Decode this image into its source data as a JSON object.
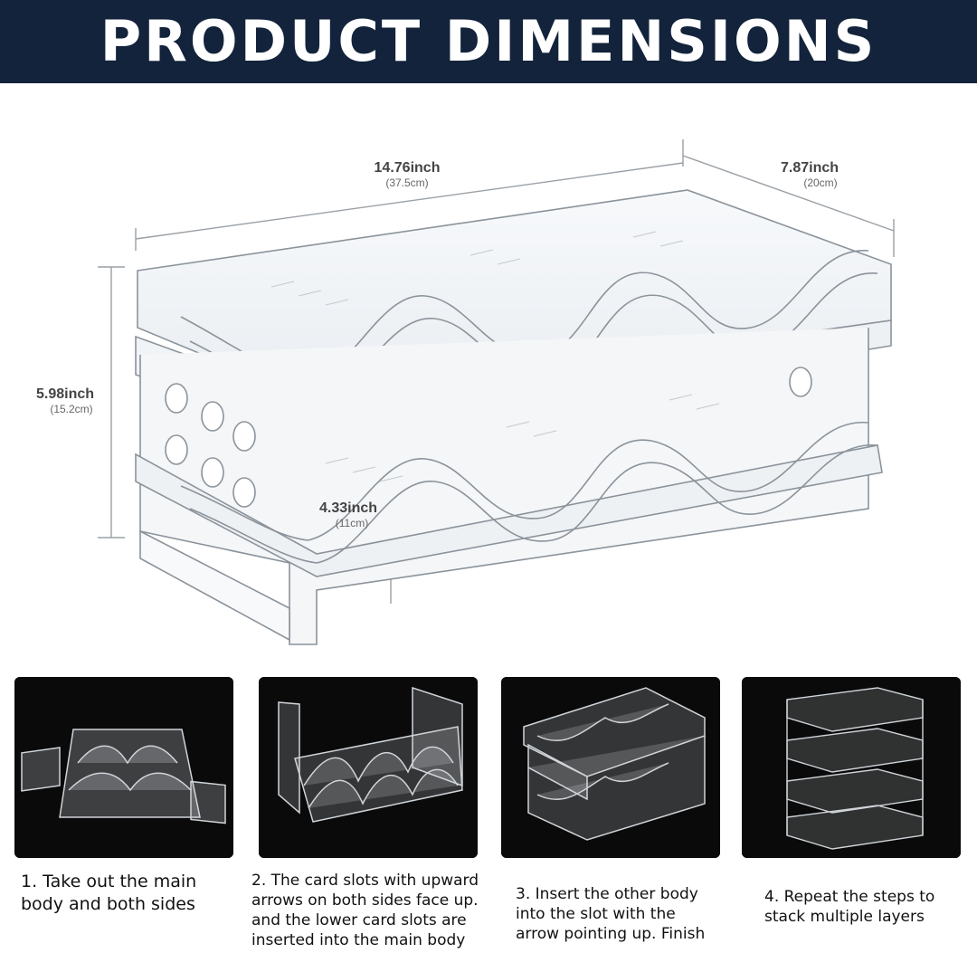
{
  "header": {
    "title": "PRODUCT DIMENSIONS"
  },
  "dimensions": {
    "length": {
      "inch": "14.76inch",
      "cm": "(37.5cm)"
    },
    "depth": {
      "inch": "7.87inch",
      "cm": "(20cm)"
    },
    "height": {
      "inch": "5.98inch",
      "cm": "(15.2cm)"
    },
    "tier_height": {
      "inch": "4.33inch",
      "cm": "(11cm)"
    }
  },
  "steps": [
    {
      "caption": "1. Take out the main\nbody and both sides"
    },
    {
      "caption": "2. The card slots with upward\narrows on both sides face up.\nand the lower card slots are\ninserted into the main body"
    },
    {
      "caption": "3. Insert the other body\ninto the slot with the\narrow pointing up. Finish"
    },
    {
      "caption": "4. Repeat the steps to\nstack multiple layers"
    }
  ]
}
